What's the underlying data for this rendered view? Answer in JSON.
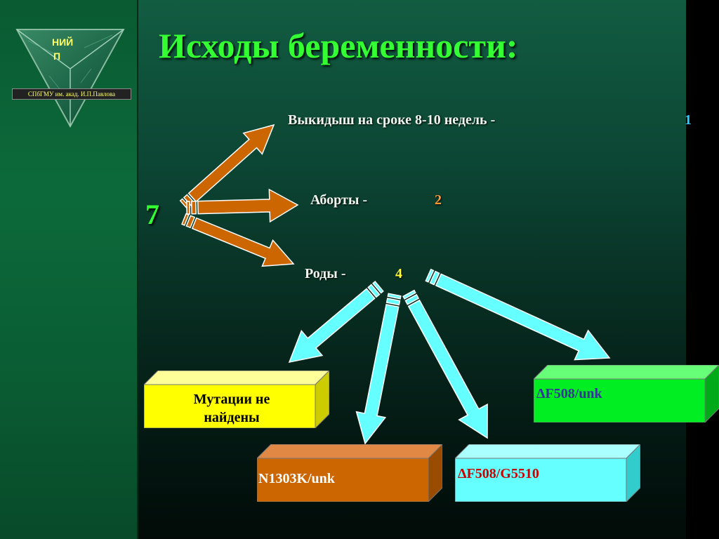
{
  "title": "Исходы беременности:",
  "logo": {
    "line1": "НИЙ",
    "line2": "П",
    "band": "СПбГМУ им. акад. И.П.Павлова"
  },
  "total": "7",
  "outcomes": [
    {
      "label": "Выкидыш на сроке 8-10 недель -",
      "count": "1",
      "count_color": "#33ccff"
    },
    {
      "label": "Аборты -",
      "count": "2",
      "count_color": "#ff9933"
    },
    {
      "label": "Роды -",
      "count": "4",
      "count_color": "#ffff33"
    }
  ],
  "genotypes": [
    {
      "label": "Мутации не найдены",
      "face": "#ffff00",
      "text_color": "#000000"
    },
    {
      "label": "N1303K/unk",
      "face": "#cc6600",
      "text_color": "#ffffff"
    },
    {
      "label": "ΔF508/G5510",
      "face": "#66ffff",
      "text_color": "#cc0000"
    },
    {
      "label": "ΔF508/unk",
      "face": "#00ee22",
      "text_color": "#333399"
    }
  ],
  "colors": {
    "title": "#33ff33",
    "outcome_arrow": "#cc6600",
    "genotype_arrow": "#66ffff"
  }
}
